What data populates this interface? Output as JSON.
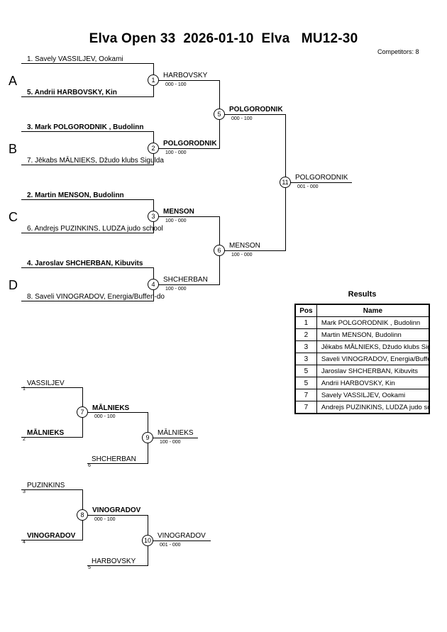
{
  "header": {
    "title": "Elva Open 33  2026-01-10  Elva   MU12-30",
    "competitors": "Competitors: 8"
  },
  "pools": [
    "A",
    "B",
    "C",
    "D"
  ],
  "entries": [
    "1. Savely VASSILJEV, Ookami",
    "5. Andrii HARBOVSKY, Kin",
    "3. Mark POLGORODNIK , Budolinn",
    "7. Jēkabs MĀLNIEKS, Džudo klubs Sigulda",
    "2. Martin  MENSON, Budolinn",
    "6. Andrejs PUZINKINS, LUDZA judo school",
    "4. Jaroslav SHCHERBAN, Kibuvits",
    "8. Saveli VINOGRADOV, Energia/Buffen-do"
  ],
  "matches": {
    "m1": {
      "no": "1",
      "winner": "HARBOVSKY",
      "score": "000 - 100"
    },
    "m2": {
      "no": "2",
      "winner": "POLGORODNIK",
      "score": "100 - 000"
    },
    "m3": {
      "no": "3",
      "winner": "MENSON",
      "score": "100 - 000"
    },
    "m4": {
      "no": "4",
      "winner": "SHCHERBAN",
      "score": "100 - 000"
    },
    "m5": {
      "no": "5",
      "winner": "POLGORODNIK",
      "score": "000 - 100"
    },
    "m6": {
      "no": "6",
      "winner": "MENSON",
      "score": "100 - 000"
    },
    "m11": {
      "no": "11",
      "winner": "POLGORODNIK",
      "score": "001 - 000"
    }
  },
  "repechage": {
    "r1": {
      "top": "VASSILJEV",
      "top_seed": "1",
      "bottom": "MĀLNIEKS",
      "bottom_seed": "2",
      "m7": {
        "no": "7",
        "winner": "MĀLNIEKS",
        "score": "000 - 100"
      },
      "third": "SHCHERBAN",
      "third_seed": "6",
      "m9": {
        "no": "9",
        "winner": "MĀLNIEKS",
        "score": "100 - 000"
      }
    },
    "r2": {
      "top": "PUZINKINS",
      "top_seed": "3",
      "bottom": "VINOGRADOV",
      "bottom_seed": "4",
      "m8": {
        "no": "8",
        "winner": "VINOGRADOV",
        "score": "000 - 100"
      },
      "third": "HARBOVSKY",
      "third_seed": "5",
      "m10": {
        "no": "10",
        "winner": "VINOGRADOV",
        "score": "001 - 000"
      }
    }
  },
  "results": {
    "title": "Results",
    "col_pos": "Pos",
    "col_name": "Name",
    "rows": [
      {
        "pos": "1",
        "name": "Mark POLGORODNIK , Budolinn"
      },
      {
        "pos": "2",
        "name": "Martin  MENSON, Budolinn"
      },
      {
        "pos": "3",
        "name": "Jēkabs MĀLNIEKS, Džudo klubs Sigulda"
      },
      {
        "pos": "3",
        "name": "Saveli VINOGRADOV, Energia/Buffen-do"
      },
      {
        "pos": "5",
        "name": "Jaroslav SHCHERBAN, Kibuvits"
      },
      {
        "pos": "5",
        "name": "Andrii HARBOVSKY, Kin"
      },
      {
        "pos": "7",
        "name": "Savely VASSILJEV, Ookami"
      },
      {
        "pos": "7",
        "name": "Andrejs PUZINKINS, LUDZA judo school"
      }
    ]
  }
}
